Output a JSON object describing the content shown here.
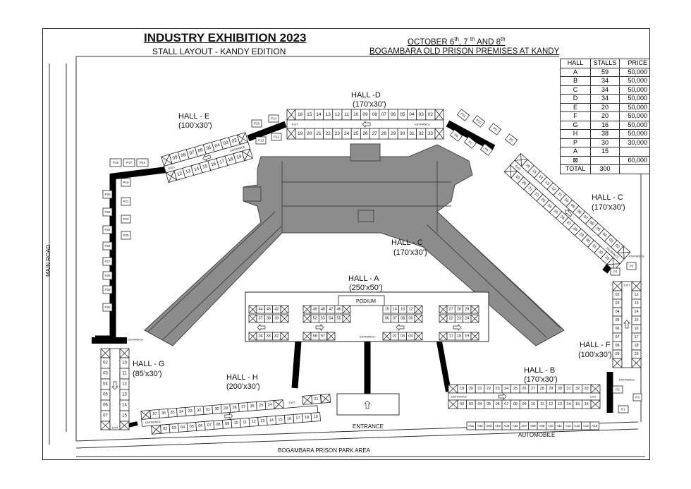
{
  "header": {
    "title": "INDUSTRY EXHIBITION 2023",
    "subtitle": "STALL LAYOUT - KANDY EDITION",
    "dates_prefix": "OCTOBER 6",
    "dates_sup1": "th",
    "dates_mid": ", 7 ",
    "dates_sup2": "th",
    "dates_mid2": " AND 8",
    "dates_sup3": "th",
    "venue": "BOGAMBARA OLD PRISON PREMISES AT KANDY"
  },
  "legend": {
    "headers": [
      "HALL",
      "STALLS",
      "PRICE"
    ],
    "rows": [
      [
        "A",
        "59",
        "50,000"
      ],
      [
        "B",
        "34",
        "50,000"
      ],
      [
        "C",
        "34",
        "50,000"
      ],
      [
        "D",
        "34",
        "50,000"
      ],
      [
        "E",
        "20",
        "50,000"
      ],
      [
        "F",
        "20",
        "50,000"
      ],
      [
        "G",
        "16",
        "50,000"
      ],
      [
        "H",
        "38",
        "50,000"
      ],
      [
        "P",
        "30",
        "30,000"
      ],
      [
        "A",
        "15",
        ""
      ],
      [
        "⊠",
        "",
        "60,000"
      ]
    ],
    "total": [
      "TOTAL",
      "300",
      ""
    ]
  },
  "halls": {
    "a_name": "HALL - A",
    "a_size": "(250'x50')",
    "b_name": "HALL - B",
    "b_size": "(170'x30')",
    "c_name": "HALL - C",
    "c_size": "(170'x30')",
    "c2_name": "HALL - C",
    "c2_size": "(170'x30')",
    "d_name": "HALL -D",
    "d_size": "(170'x30')",
    "e_name": "HALL - E",
    "e_size": "(100'x30')",
    "f_name": "HALL - F",
    "f_size": "(100'x30')",
    "g_name": "HALL - G",
    "g_size": "(85'x30')",
    "h_name": "HALL - H",
    "h_size": "(200'x30')"
  },
  "labels": {
    "podium": "PODIUM",
    "entrance": "ENTRANCE",
    "exit": "EXIT",
    "main_road": "MAIN ROAD",
    "main_entrance": "ENTRANCE",
    "automobile": "AUTOMOBILE",
    "park_area": "BOGAMBARA PRISON PARK AREA"
  },
  "stalls": {
    "d_top": [
      "16",
      "15",
      "14",
      "13",
      "12",
      "11",
      "10",
      "09",
      "08",
      "07",
      "06",
      "05",
      "04",
      "03",
      "02"
    ],
    "d_bottom": [
      "19",
      "20",
      "21",
      "22",
      "23",
      "24",
      "25",
      "26",
      "27",
      "28",
      "29",
      "30",
      "31",
      "32",
      "33"
    ],
    "e_top": [
      "09",
      "08",
      "07",
      "06",
      "05",
      "04",
      "03",
      "02"
    ],
    "e_bottom": [
      "12",
      "13",
      "14",
      "15",
      "16",
      "17",
      "18",
      "19"
    ],
    "c_top": [
      "16",
      "15",
      "14",
      "13",
      "12",
      "11",
      "10",
      "09",
      "08",
      "07",
      "06",
      "05",
      "04",
      "03",
      "02"
    ],
    "c_bottom": [
      "19",
      "20",
      "21",
      "22",
      "23",
      "24",
      "25",
      "26",
      "27",
      "28",
      "29",
      "30",
      "31",
      "32",
      "33"
    ],
    "b_top": [
      "19",
      "20",
      "21",
      "22",
      "23",
      "24",
      "25",
      "26",
      "27",
      "28",
      "29",
      "30",
      "31",
      "32",
      "33"
    ],
    "b_bottom": [
      "02",
      "03",
      "04",
      "05",
      "06",
      "07",
      "08",
      "09",
      "10",
      "11",
      "12",
      "13",
      "14",
      "15",
      "16"
    ],
    "h_top": [
      "37",
      "36",
      "35",
      "34",
      "33",
      "32",
      "31",
      "30",
      "29",
      "28",
      "27",
      "26",
      "25",
      "24"
    ],
    "h_bottom": [
      "02",
      "03",
      "04",
      "05",
      "06",
      "07",
      "08",
      "09",
      "10",
      "11",
      "12",
      "13",
      "14",
      "15",
      "16",
      "17",
      "18",
      "19"
    ],
    "h_extra": [
      "21"
    ],
    "g_left": [
      "02",
      "03",
      "04",
      "05",
      "06",
      "07"
    ],
    "g_right": [
      "10",
      "11",
      "12",
      "13",
      "14",
      "15"
    ],
    "f_left": [
      "02",
      "03",
      "04",
      "05",
      "06",
      "07",
      "08",
      "09"
    ],
    "f_right": [
      "12",
      "13",
      "14",
      "15",
      "16",
      "17",
      "18",
      "19"
    ],
    "a_g1_r1": [
      "44",
      "43",
      "42"
    ],
    "a_g1_r2": [
      "37",
      "38",
      "39"
    ],
    "a_g2_r1": [
      "49",
      "48",
      "47",
      "46"
    ],
    "a_g2_r2": [
      "52",
      "53",
      "54",
      "55"
    ],
    "a_g3_r1": [
      "15",
      "14",
      "13",
      "12"
    ],
    "a_g3_r2": [
      "06",
      "07",
      "08",
      "09"
    ],
    "a_g4_r1": [
      "27",
      "28",
      "29"
    ],
    "a_g4_r2": [
      "22",
      "23",
      "24"
    ],
    "a_b1": [
      "34",
      "33",
      "32"
    ],
    "a_b2": [
      "58",
      "57"
    ],
    "a_b3": [
      "02",
      "03",
      "04"
    ],
    "a_b4": [
      "17",
      "18",
      "19"
    ],
    "p_left_col": [
      "P18",
      "P17",
      "P16"
    ],
    "p_left": [
      "P19",
      "P20",
      "P21",
      "P22",
      "P23",
      "P24",
      "P25",
      "P26",
      "P27",
      "P28",
      "P29",
      "P30"
    ],
    "p_de": [
      "P15",
      "P14",
      "P13",
      "P12"
    ],
    "p_dc": [
      "P11",
      "P10",
      "P9",
      "P8",
      "P7",
      "P6",
      "P5"
    ],
    "p_cf": [
      "P4",
      "P3",
      "P2",
      "P1"
    ],
    "automobile": [
      "A01",
      "A02",
      "A03",
      "A04",
      "A05",
      "A06",
      "A07",
      "A08",
      "A09",
      "A10",
      "A11",
      "A12",
      "A13",
      "A14",
      "A15"
    ]
  }
}
